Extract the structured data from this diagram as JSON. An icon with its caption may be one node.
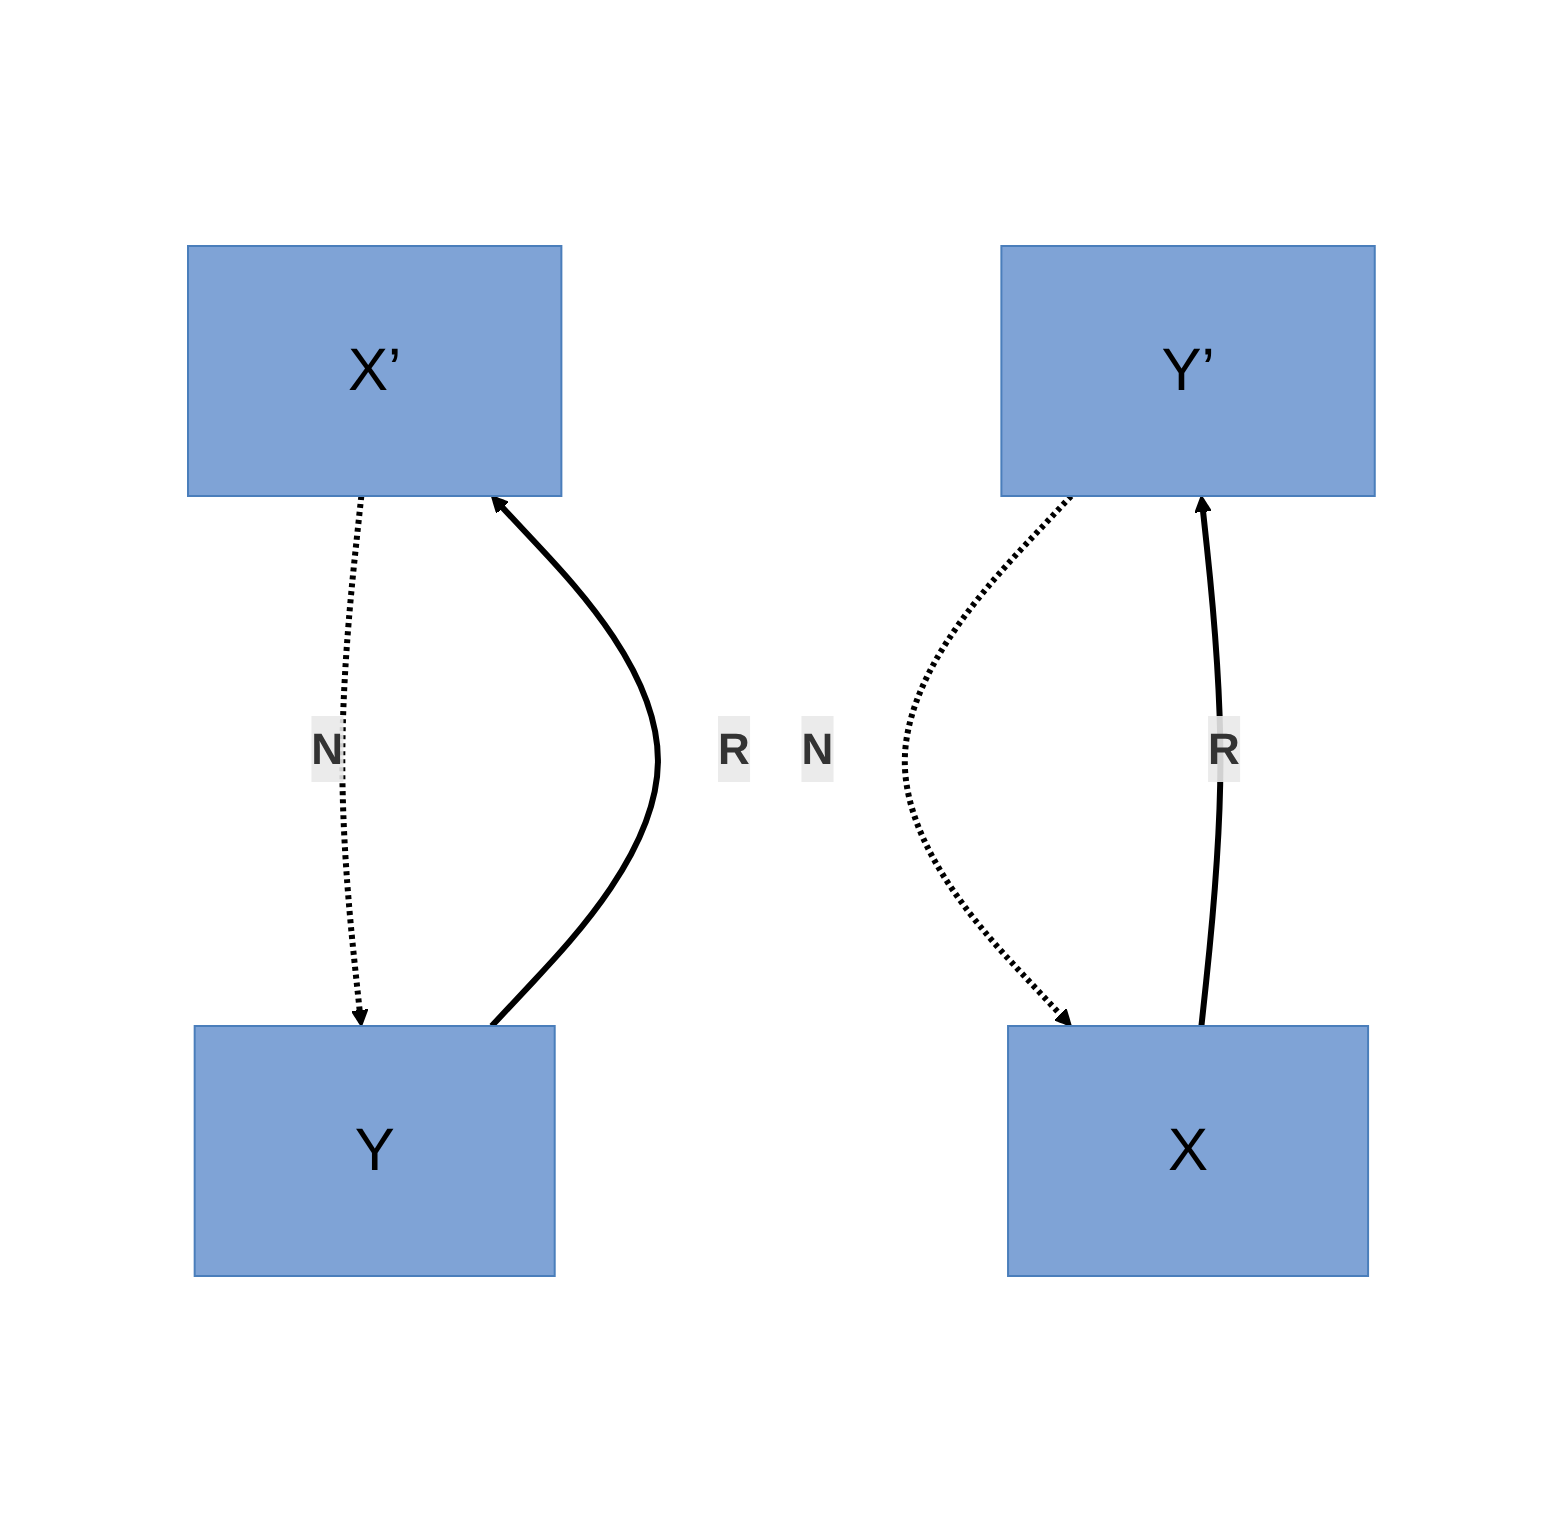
{
  "diagram": {
    "nodes": [
      {
        "text": [
          "X’"
        ]
      },
      {
        "text": [
          "Y’"
        ]
      },
      {
        "text": [
          "X"
        ]
      },
      {
        "text": [
          "Y"
        ]
      }
    ],
    "edges": [
      {
        "from": 2,
        "to": 1,
        "arrow": "to",
        "label": "R"
      },
      {
        "from": 1,
        "to": 2,
        "arrow": "to",
        "label": "N",
        "style": "dashed"
      },
      {
        "from": 3,
        "to": 0,
        "arrow": "to",
        "label": "R"
      },
      {
        "from": 0,
        "to": 3,
        "arrow": "to",
        "label": "N",
        "style": "dashed"
      }
    ]
  }
}
